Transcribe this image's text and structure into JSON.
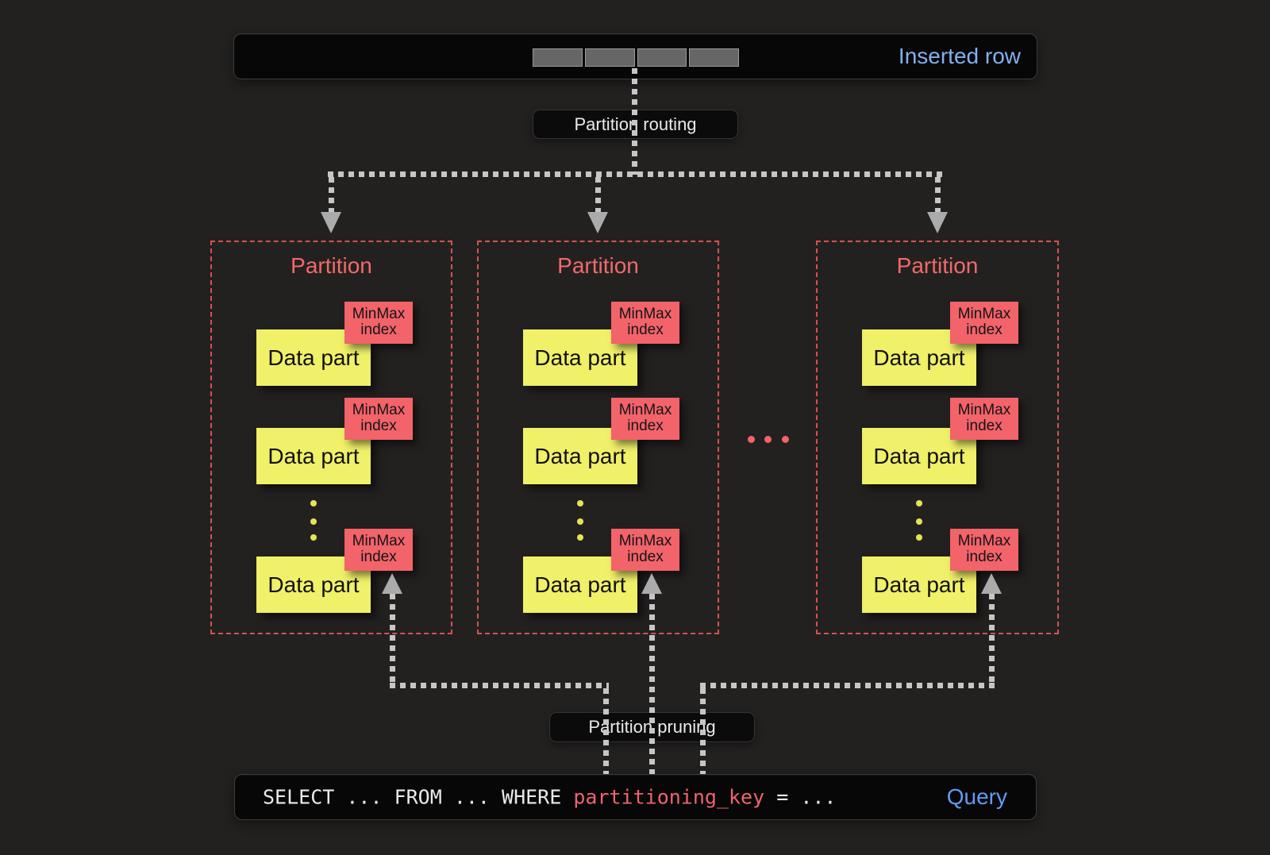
{
  "inserted_row": {
    "label": "Inserted row"
  },
  "routing_badge": {
    "label": "Partition routing"
  },
  "pruning_badge": {
    "label": "Partition pruning"
  },
  "partitions": [
    {
      "title": "Partition",
      "parts": [
        {
          "label": "Data part",
          "tag": "MinMax index"
        },
        {
          "label": "Data part",
          "tag": "MinMax index"
        },
        {
          "label": "Data part",
          "tag": "MinMax index"
        }
      ]
    },
    {
      "title": "Partition",
      "parts": [
        {
          "label": "Data part",
          "tag": "MinMax index"
        },
        {
          "label": "Data part",
          "tag": "MinMax index"
        },
        {
          "label": "Data part",
          "tag": "MinMax index"
        }
      ]
    },
    {
      "title": "Partition",
      "parts": [
        {
          "label": "Data part",
          "tag": "MinMax index"
        },
        {
          "label": "Data part",
          "tag": "MinMax index"
        },
        {
          "label": "Data part",
          "tag": "MinMax index"
        }
      ]
    }
  ],
  "query": {
    "sql": {
      "prefix": "SELECT ... FROM ... WHERE ",
      "key": "partitioning_key",
      "suffix": " = ..."
    },
    "label": "Query"
  },
  "colors": {
    "background": "#232120",
    "panel": "#070707",
    "accent_yellow": "#f0f069",
    "accent_red": "#f2636a",
    "partition_border_red": "#d4524f",
    "inserted_row_blue": "#82b1f0",
    "query_blue": "#619bf2",
    "line_gray": "#c6c6c6",
    "row_cell_gray": "#666666"
  }
}
